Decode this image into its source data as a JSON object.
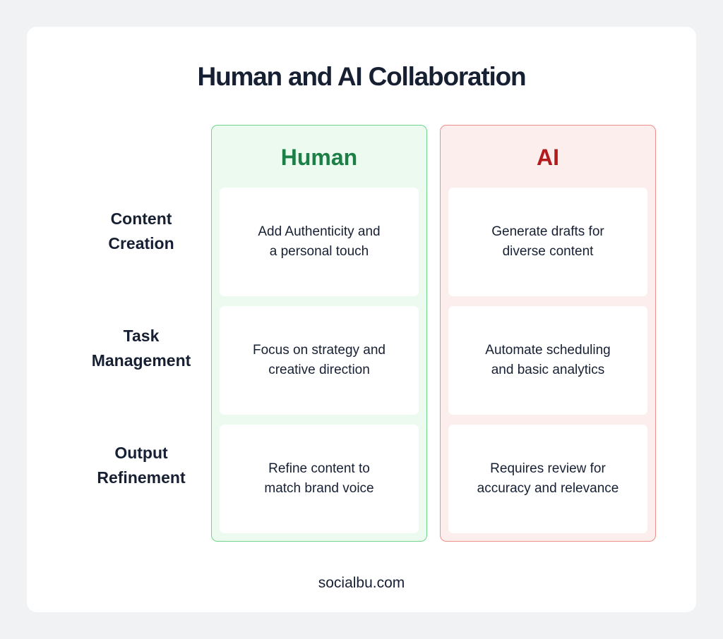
{
  "title": "Human and AI Collaboration",
  "rows": [
    {
      "label_line1": "Content",
      "label_line2": "Creation"
    },
    {
      "label_line1": "Task",
      "label_line2": "Management"
    },
    {
      "label_line1": "Output",
      "label_line2": "Refinement"
    }
  ],
  "columns": {
    "human": {
      "header": "Human",
      "color": "#1b7f46",
      "cells": [
        {
          "line1": "Add Authenticity and",
          "line2": "a personal touch"
        },
        {
          "line1": "Focus on strategy and",
          "line2": "creative direction"
        },
        {
          "line1": "Refine content to",
          "line2": "match brand voice"
        }
      ]
    },
    "ai": {
      "header": "AI",
      "color": "#b21c1c",
      "cells": [
        {
          "line1": "Generate drafts for",
          "line2": "diverse content"
        },
        {
          "line1": "Automate scheduling",
          "line2": "and basic analytics"
        },
        {
          "line1": "Requires review for",
          "line2": "accuracy and relevance"
        }
      ]
    }
  },
  "footer": "socialbu.com"
}
